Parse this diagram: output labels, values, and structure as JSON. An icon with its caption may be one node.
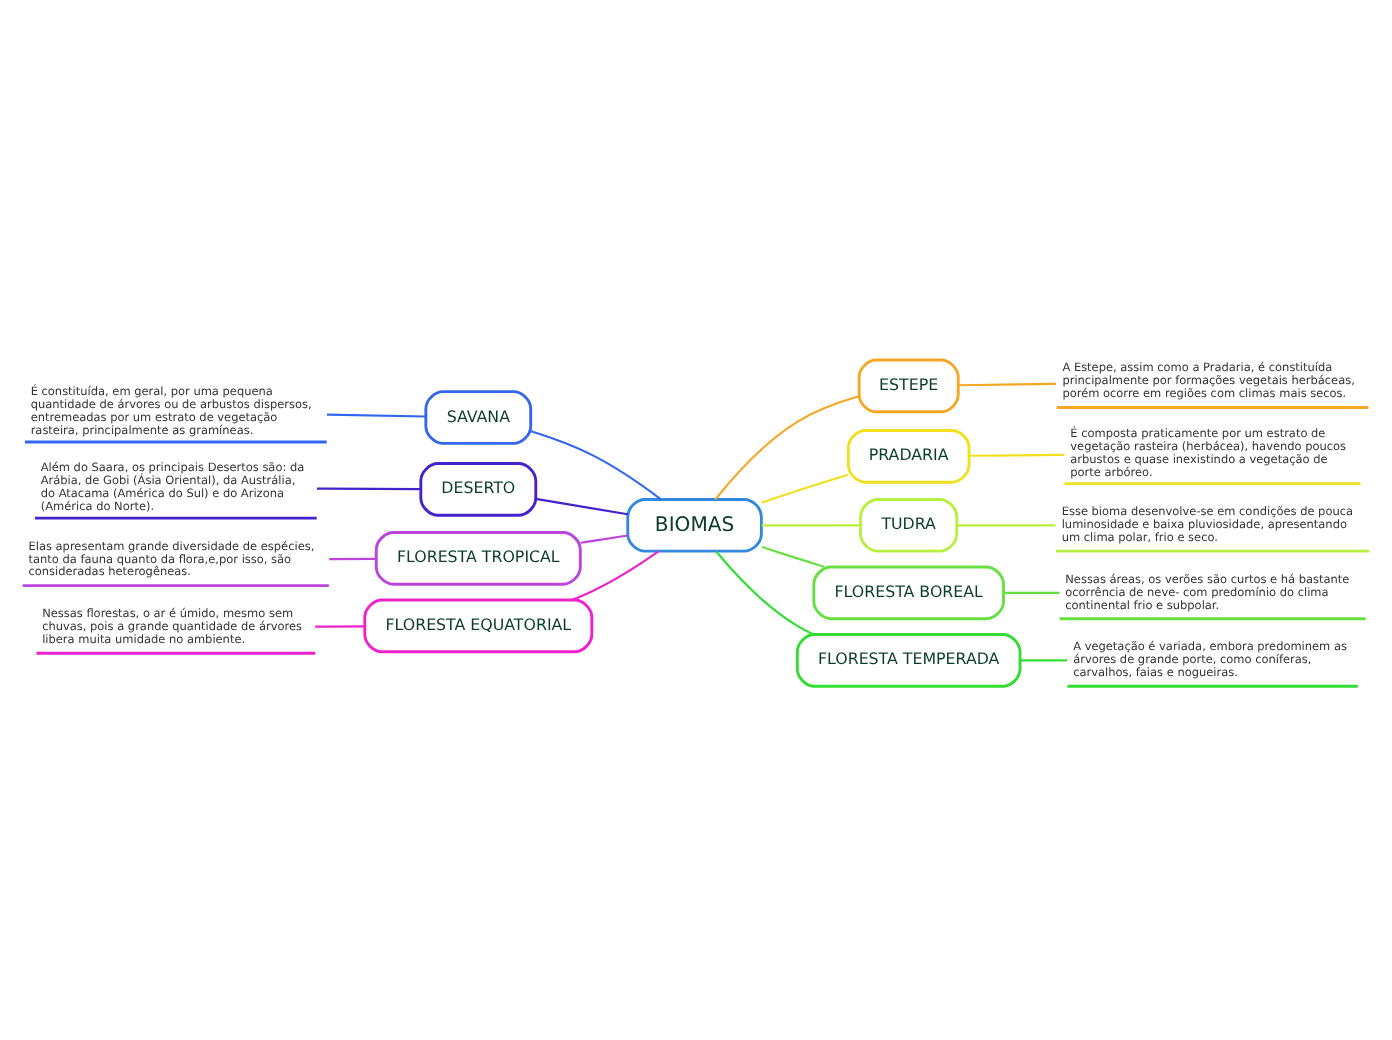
{
  "diagram": {
    "nodes": [
      {
        "text": [
          "BIOMAS"
        ]
      },
      {
        "text": [
          "ESTEPE"
        ]
      },
      {
        "text": [
          "A Estepe, assim como a Pradaria, é constituída principalmente por formações vegetais herbáceas, porém ocorre em regiões com climas mais secos."
        ]
      },
      {
        "text": [
          "SAVANA"
        ]
      },
      {
        "text": [
          "É constituída, em geral, por uma pequena quantidade de árvores ou de arbustos dispersos, entremeadas por um estrato de vegetação rasteira, principalmente as gramíneas."
        ]
      },
      {
        "text": [
          "PRADARIA"
        ]
      },
      {
        "text": [
          "É composta praticamente por um estrato de vegetação rasteira (herbácea), havendo poucos arbustos e quase inexistindo a vegetação de porte arbóreo."
        ]
      },
      {
        "text": [
          "DESERTO"
        ]
      },
      {
        "text": [
          "Além do Saara, os principais Desertos são: da Arábia, de Gobi (Ásia Oriental), da Austrália, do Atacama (América do Sul) e do Arizona (América do Norte)."
        ]
      },
      {
        "text": [
          "TUDRA"
        ]
      },
      {
        "text": [
          "Esse bioma desenvolve-se em condições de pouca luminosidade e baixa pluviosidade, apresentando um clima polar, frio e seco."
        ]
      },
      {
        "text": [
          "FLORESTA TROPICAL"
        ]
      },
      {
        "text": [
          "Elas apresentam grande diversidade de espécies, tanto da fauna quanto da flora,e,por isso, são consideradas heterogêneas."
        ]
      },
      {
        "text": [
          "FLORESTA BOREAL"
        ]
      },
      {
        "text": [
          "Nessas áreas, os verões são curtos e há bastante ocorrência de neve- com predomínio do clima continental frio e subpolar."
        ]
      },
      {
        "text": [
          "FLORESTA EQUATORIAL"
        ]
      },
      {
        "text": [
          "Nessas florestas, o ar é úmido, mesmo sem chuvas, pois a grande quantidade de árvores libera muita umidade no ambiente."
        ]
      },
      {
        "text": [
          "FLORESTA TEMPERADA"
        ]
      },
      {
        "text": [
          "A vegetação é variada, embora predominem as árvores de grande porte, como coníferas, carvalhos, faias e nogueiras."
        ]
      }
    ],
    "edges": [
      {
        "from": 0,
        "to": 1,
        "arrow": "none",
        "color": "#f5a623"
      },
      {
        "from": 1,
        "to": 2,
        "arrow": "none",
        "color": "#f5a623"
      },
      {
        "from": 3,
        "to": 0,
        "arrow": "none",
        "color": "#3366ee"
      },
      {
        "from": 4,
        "to": 3,
        "arrow": "none",
        "color": "#3366ee"
      },
      {
        "from": 0,
        "to": 5,
        "arrow": "none",
        "color": "#f0e020"
      },
      {
        "from": 5,
        "to": 6,
        "arrow": "none",
        "color": "#f0e020"
      },
      {
        "from": 7,
        "to": 0,
        "arrow": "none",
        "color": "#4422cc"
      },
      {
        "from": 8,
        "to": 7,
        "arrow": "none",
        "color": "#4422cc"
      },
      {
        "from": 0,
        "to": 9,
        "arrow": "none",
        "color": "#b8f040"
      },
      {
        "from": 9,
        "to": 10,
        "arrow": "none",
        "color": "#b8f040"
      },
      {
        "from": 11,
        "to": 0,
        "arrow": "none",
        "color": "#bb44dd"
      },
      {
        "from": 12,
        "to": 11,
        "arrow": "none",
        "color": "#bb44dd"
      },
      {
        "from": 0,
        "to": 13,
        "arrow": "none",
        "color": "#66e040"
      },
      {
        "from": 13,
        "to": 14,
        "arrow": "none",
        "color": "#66e040"
      },
      {
        "from": 15,
        "to": 0,
        "arrow": "none",
        "color": "#ee22cc"
      },
      {
        "from": 16,
        "to": 15,
        "arrow": "none",
        "color": "#ee22cc"
      },
      {
        "from": 0,
        "to": 17,
        "arrow": "none",
        "color": "#33dd33"
      },
      {
        "from": 17,
        "to": 18,
        "arrow": "none",
        "color": "#33dd33"
      }
    ]
  }
}
